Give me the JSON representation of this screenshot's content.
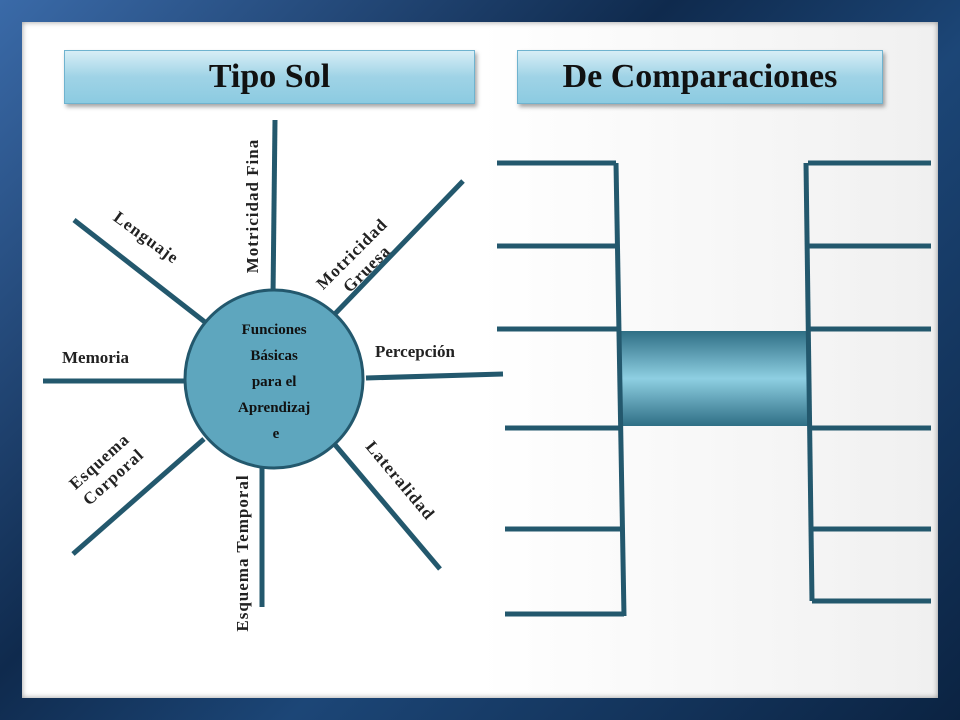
{
  "titles": {
    "sun": "Tipo Sol",
    "comparison": "De Comparaciones"
  },
  "sun": {
    "hub_lines": [
      "Funciones",
      "Básicas",
      "para el",
      "Aprendizaj",
      "e"
    ],
    "rays": [
      {
        "id": "motricidad-fina",
        "lines": [
          "Motricidad Fina"
        ]
      },
      {
        "id": "motricidad-gruesa",
        "lines": [
          "Motricidad",
          "Gruesa"
        ]
      },
      {
        "id": "percepcion",
        "lines": [
          "Percepción"
        ]
      },
      {
        "id": "lateralidad",
        "lines": [
          "Lateralidad"
        ]
      },
      {
        "id": "esquema-temporal",
        "lines": [
          "Esquema Temporal"
        ]
      },
      {
        "id": "esquema-corporal",
        "lines": [
          "Esquema",
          "Corporal"
        ]
      },
      {
        "id": "memoria",
        "lines": [
          "Memoria"
        ]
      },
      {
        "id": "lenguaje",
        "lines": [
          "Lenguaje"
        ]
      }
    ]
  },
  "colors": {
    "line": "#23586d",
    "hub_fill": "#5ea6be",
    "hub_stroke": "#23586d",
    "bar_top": "#2f6f85",
    "bar_mid": "#8ecfe2",
    "bar_bottom": "#2f6f85"
  }
}
